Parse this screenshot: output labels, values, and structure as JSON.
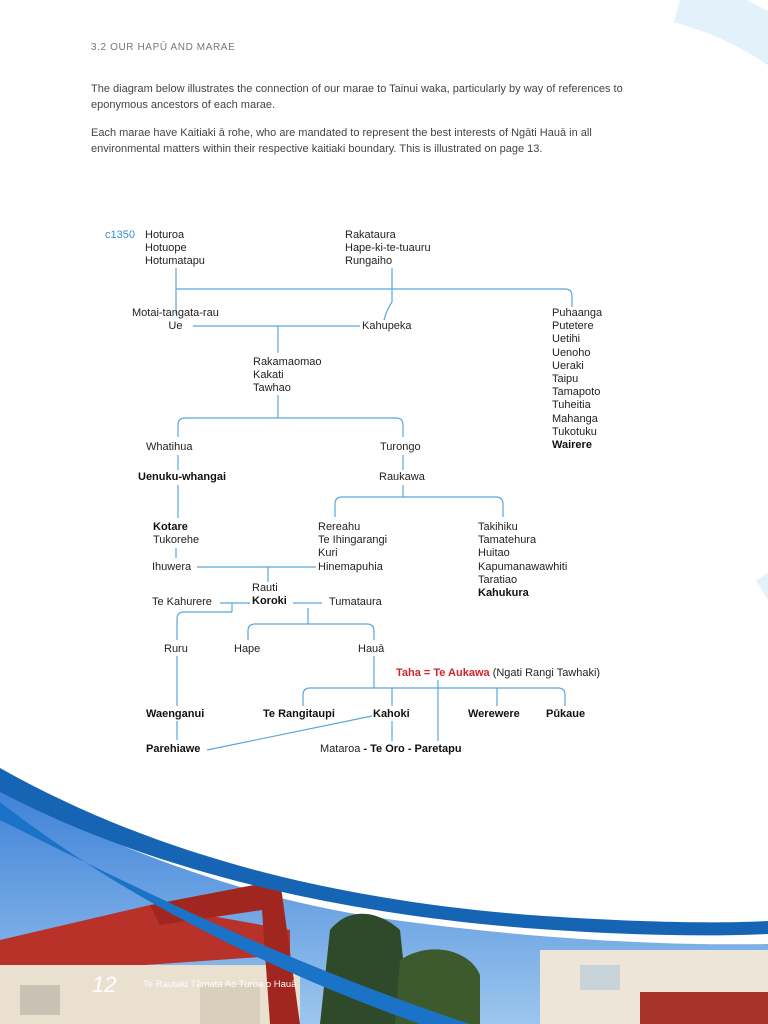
{
  "header": {
    "section": "3.2  OUR HAPŪ AND MARAE",
    "intro1": "The diagram below illustrates the connection of our marae to Tainui waka, particularly by way of references to eponymous ancestors of each marae.",
    "intro2": "Each marae have Kaitiaki ā rohe, who are mandated to represent the best interests of Ngāti Hauā in all environmental matters within their respective kaitiaki boundary. This is illustrated on page 13."
  },
  "tree": {
    "date": "c1350",
    "left_root": [
      "Hoturoa",
      "Hotuope",
      "Hotumatapu"
    ],
    "right_root": [
      "Rakataura",
      "Hape-ki-te-tuauru",
      "Rungaiho"
    ],
    "motai": [
      "Motai-tangata-rau",
      "Ue"
    ],
    "kahupeka": "Kahupeka",
    "puhaanga": [
      "Puhaanga",
      "Putetere",
      "Uetihi",
      "Uenoho",
      "Ueraki",
      "Taipu",
      "Tamapoto",
      "Tuheitia",
      "Mahanga",
      "Tukotuku"
    ],
    "wairere": "Wairere",
    "rakamaomao": [
      "Rakamaomao",
      "Kakati",
      "Tawhao"
    ],
    "whatihua": "Whatihua",
    "turongo": "Turongo",
    "uenuku": "Uenuku-whangai",
    "raukawa": "Raukawa",
    "kotare": "Kotare",
    "tukorehe": "Tukorehe",
    "rereahu": [
      "Rereahu",
      "Te Ihingarangi",
      "Kuri",
      "Hinemapuhia"
    ],
    "takihiku": [
      "Takihiku",
      "Tamatehura",
      "Huitao",
      "Kapumanawawhiti",
      "Taratiao"
    ],
    "kahukura": "Kahukura",
    "ihuwera": "Ihuwera",
    "rauti": "Rauti",
    "koroki": "Koroki",
    "kahurere": "Te Kahurere",
    "tumataura": "Tumataura",
    "ruru": "Ruru",
    "hape": "Hape",
    "haua": "Hauā",
    "taha": "Taha = Te Aukawa",
    "ngati": " (Ngati Rangi Tawhaki)",
    "waenganui": "Waenganui",
    "rangitaupi": "Te Rangitaupi",
    "kahoki": "Kahoki",
    "werewere": "Werewere",
    "pukaue": "Pūkaue",
    "parehiawe": "Parehiawe",
    "mataroa": "Mataroa",
    "te_oro": " - Te Oro - Paretapu"
  },
  "footer": {
    "page_number": "12",
    "title": "Te Rautaki Tāmata Ao Turoa o Hauā"
  },
  "colors": {
    "line_blue": "#5aa7dc",
    "accent_red": "#d2232a",
    "swoosh_dark": "#1565b4",
    "swoosh_light": "#e6f2fb"
  }
}
